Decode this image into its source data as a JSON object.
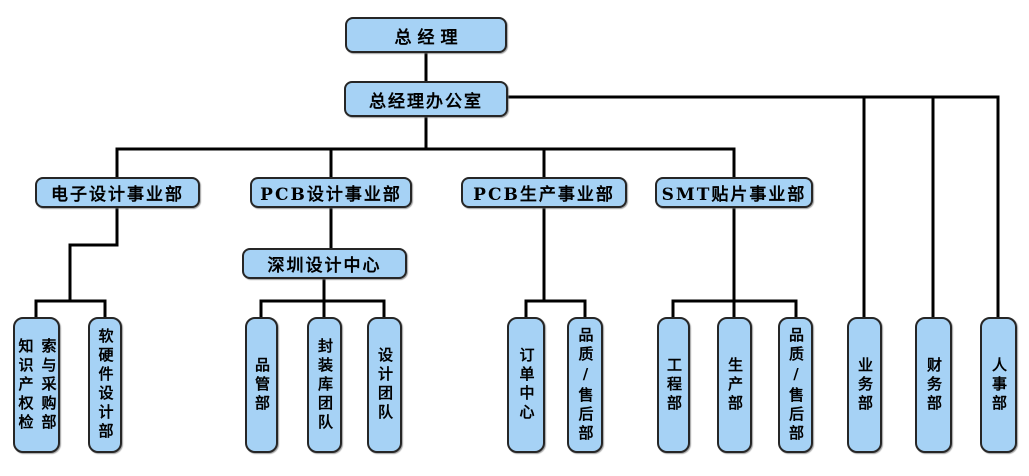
{
  "colors": {
    "box_fill": "#A6D2F5",
    "box_border": "#262626",
    "line": "#000000",
    "background": "#FFFFFF"
  },
  "chart_type": "org-chart",
  "nodes": {
    "general_manager": {
      "label": "总经理"
    },
    "gm_office": {
      "label": "总经理办公室"
    },
    "electronic_design_division": {
      "label": "电子设计事业部"
    },
    "pcb_design_division": {
      "label": "PCB设计事业部"
    },
    "pcb_production_division": {
      "label": "PCB生产事业部"
    },
    "smt_division": {
      "label": "SMT贴片事业部"
    },
    "shenzhen_design_center": {
      "label": "深圳设计中心"
    },
    "ip_search_procurement": {
      "label": "知识产权检\n索与采购部"
    },
    "software_hardware_design": {
      "label": "软硬件设计部"
    },
    "quality_management": {
      "label": "品管部"
    },
    "package_library_team": {
      "label": "封装库团队"
    },
    "design_team": {
      "label": "设计团队"
    },
    "order_center": {
      "label": "订单中心"
    },
    "pcb_quality_aftersales": {
      "label": "品质/售后部"
    },
    "engineering": {
      "label": "工程部"
    },
    "production": {
      "label": "生产部"
    },
    "smt_quality_aftersales": {
      "label": "品质/售后部"
    },
    "business_dept": {
      "label": "业务部"
    },
    "finance_dept": {
      "label": "财务部"
    },
    "hr_dept": {
      "label": "人事部"
    }
  },
  "edges": [
    [
      "general_manager",
      "gm_office"
    ],
    [
      "gm_office",
      "electronic_design_division"
    ],
    [
      "gm_office",
      "pcb_design_division"
    ],
    [
      "gm_office",
      "pcb_production_division"
    ],
    [
      "gm_office",
      "smt_division"
    ],
    [
      "gm_office",
      "business_dept"
    ],
    [
      "gm_office",
      "finance_dept"
    ],
    [
      "gm_office",
      "hr_dept"
    ],
    [
      "electronic_design_division",
      "ip_search_procurement"
    ],
    [
      "electronic_design_division",
      "software_hardware_design"
    ],
    [
      "pcb_design_division",
      "shenzhen_design_center"
    ],
    [
      "shenzhen_design_center",
      "quality_management"
    ],
    [
      "shenzhen_design_center",
      "package_library_team"
    ],
    [
      "shenzhen_design_center",
      "design_team"
    ],
    [
      "pcb_production_division",
      "order_center"
    ],
    [
      "pcb_production_division",
      "pcb_quality_aftersales"
    ],
    [
      "smt_division",
      "engineering"
    ],
    [
      "smt_division",
      "production"
    ],
    [
      "smt_division",
      "smt_quality_aftersales"
    ]
  ]
}
